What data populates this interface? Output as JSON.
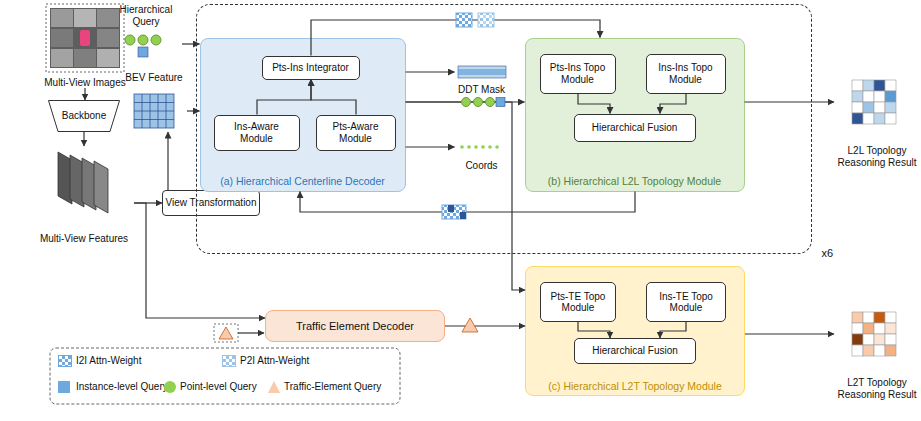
{
  "diagram": {
    "nodes": [
      {
        "text": [
          "Multi-View Images"
        ]
      },
      {
        "text": [
          "Hierarchical Query"
        ]
      },
      {
        "text": [
          "BEV Feature"
        ]
      },
      {
        "text": [
          "Backbone"
        ]
      },
      {
        "text": [
          "Multi-View Features"
        ]
      },
      {
        "text": [
          "View Transformation"
        ]
      },
      {
        "text": [
          "x6"
        ]
      },
      {
        "text": [
          "(a) Hierarchical Centerline Decoder"
        ],
        "in": 6
      },
      {
        "text": [
          "Pts-Ins Integrator"
        ],
        "in": 7
      },
      {
        "text": [
          "Ins-Aware Module"
        ],
        "in": 7
      },
      {
        "text": [
          "Pts-Aware Module"
        ],
        "in": 7
      },
      {
        "text": [
          "DDT Mask"
        ],
        "in": 6
      },
      {
        "text": [
          "Coords"
        ],
        "in": 6
      },
      {
        "text": [
          "(b) Hierarchical L2L Topology Module"
        ],
        "in": 6
      },
      {
        "text": [
          "Pts-Ins Topo Module"
        ],
        "in": 13
      },
      {
        "text": [
          "Ins-Ins Topo Module"
        ],
        "in": 13
      },
      {
        "text": [
          "Hierarchical Fusion"
        ],
        "in": 13
      },
      {
        "text": [
          "L2L Topology Reasoning Result"
        ]
      },
      {
        "text": [
          "Traffic Element Decoder"
        ]
      },
      {
        "text": [
          "(c) Hierarchical L2T Topology Module"
        ]
      },
      {
        "text": [
          "Pts-TE Topo Module"
        ],
        "in": 19
      },
      {
        "text": [
          "Ins-TE Topo Module"
        ],
        "in": 19
      },
      {
        "text": [
          "Hierarchical Fusion"
        ],
        "in": 19
      },
      {
        "text": [
          "L2T Topology Reasoning Result"
        ]
      }
    ],
    "edges": [
      {
        "from": 0,
        "to": 3,
        "arrow": "to"
      },
      {
        "from": 3,
        "to": 4,
        "arrow": "to"
      },
      {
        "from": 4,
        "to": 5,
        "arrow": "to"
      },
      {
        "from": 4,
        "to": 18,
        "arrow": "to"
      },
      {
        "from": 5,
        "to": 2,
        "arrow": "to"
      },
      {
        "from": 2,
        "to": 7,
        "arrow": "to"
      },
      {
        "from": 1,
        "to": 7,
        "arrow": "to"
      },
      {
        "from": 9,
        "to": 8,
        "arrow": "to"
      },
      {
        "from": 10,
        "to": 8,
        "arrow": "to"
      },
      {
        "from": 7,
        "to": 11,
        "arrow": "to"
      },
      {
        "from": 7,
        "to": 12,
        "arrow": "to"
      },
      {
        "from": 7,
        "to": 13,
        "arrow": "to"
      },
      {
        "from": 7,
        "to": 19,
        "arrow": "to"
      },
      {
        "from": 8,
        "to": 13,
        "arrow": "to"
      },
      {
        "from": 13,
        "to": 7,
        "arrow": "to"
      },
      {
        "from": 14,
        "to": 16,
        "arrow": "to"
      },
      {
        "from": 15,
        "to": 16,
        "arrow": "to"
      },
      {
        "from": 13,
        "to": 17,
        "arrow": "to"
      },
      {
        "from": 18,
        "to": 19,
        "arrow": "to"
      },
      {
        "from": 20,
        "to": 22,
        "arrow": "to"
      },
      {
        "from": 21,
        "to": 22,
        "arrow": "to"
      },
      {
        "from": 19,
        "to": 23,
        "arrow": "to"
      }
    ],
    "legend": [
      {
        "text": "I2I Attn-Weight"
      },
      {
        "text": "P2I Attn-Weight"
      },
      {
        "text": "Instance-level Query",
        "color": "#6fa8dc"
      },
      {
        "text": "Point-level Query",
        "color": "#92d050"
      },
      {
        "text": "Traffic-Element Query",
        "color": "#f8cbad"
      }
    ]
  }
}
